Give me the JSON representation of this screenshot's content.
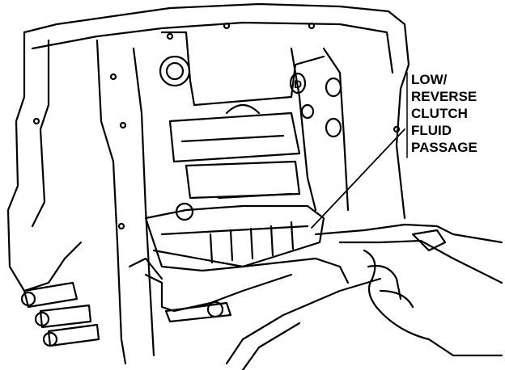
{
  "diagram": {
    "callout": {
      "lines": [
        "LOW/",
        "REVERSE",
        "CLUTCH",
        "FLUID",
        "PASSAGE"
      ]
    }
  }
}
